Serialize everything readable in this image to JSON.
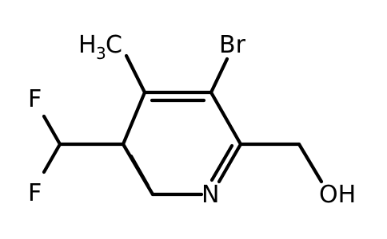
{
  "molecule": {
    "atoms": {
      "methyl_h": "H",
      "methyl_sub": "3",
      "methyl_c": "C",
      "bromine": "Br",
      "fluorine_top": "F",
      "fluorine_bottom": "F",
      "nitrogen": "N",
      "hydroxyl": "OH"
    }
  }
}
